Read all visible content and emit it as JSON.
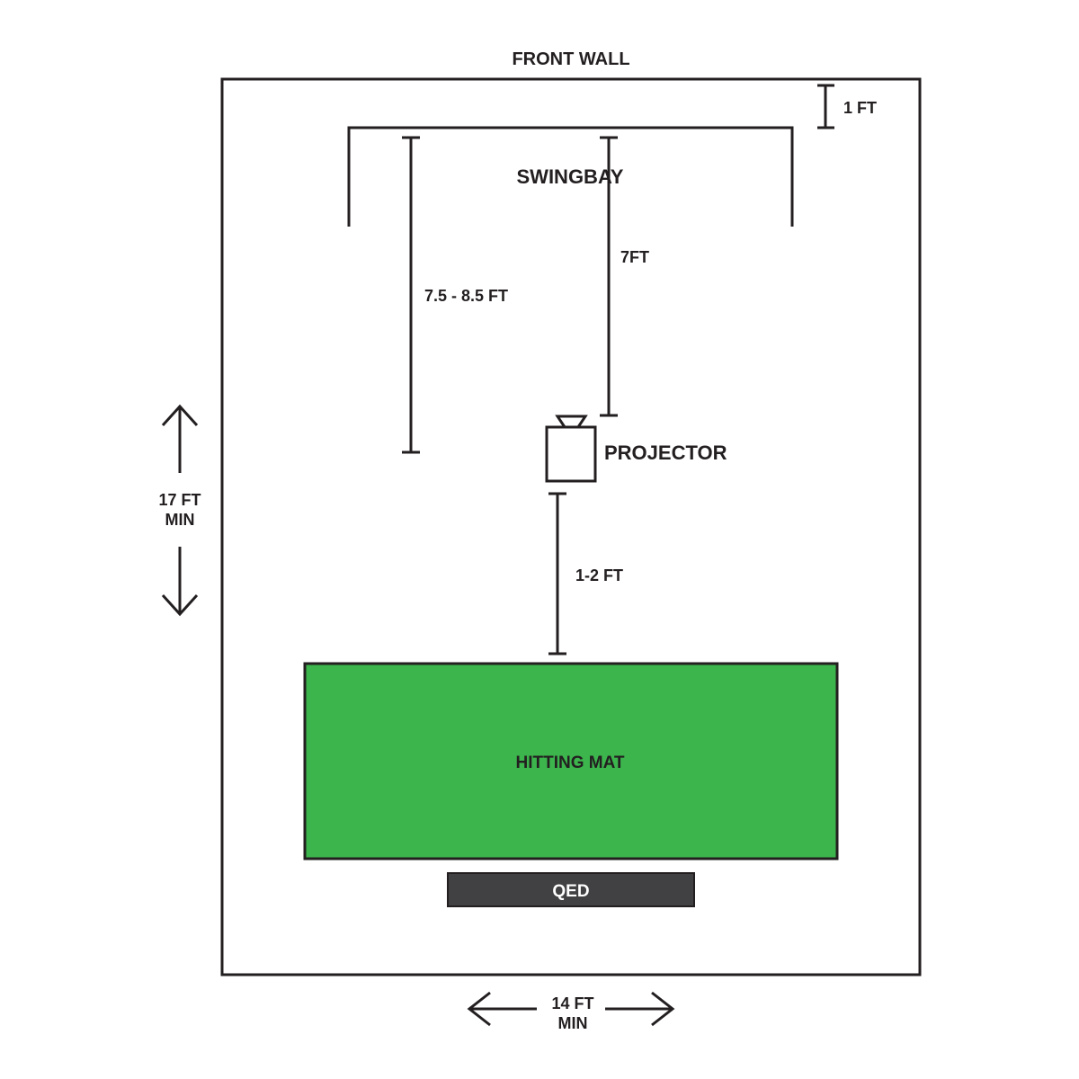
{
  "labels": {
    "front_wall": "FRONT WALL",
    "swingbay": "SWINGBAY",
    "one_ft": "1 FT",
    "seven_ft": "7FT",
    "range_ft": "7.5 - 8.5 FT",
    "projector": "PROJECTOR",
    "one_two_ft": "1-2 FT",
    "hitting_mat": "HITTING MAT",
    "qed": "QED",
    "depth_line1": "17 FT",
    "depth_line2": "MIN",
    "width_line1": "14 FT",
    "width_line2": "MIN"
  },
  "colors": {
    "line": "#231f20",
    "mat": "#3cb54d",
    "qed": "#414042",
    "qed_text": "#ffffff",
    "background": "#ffffff"
  }
}
